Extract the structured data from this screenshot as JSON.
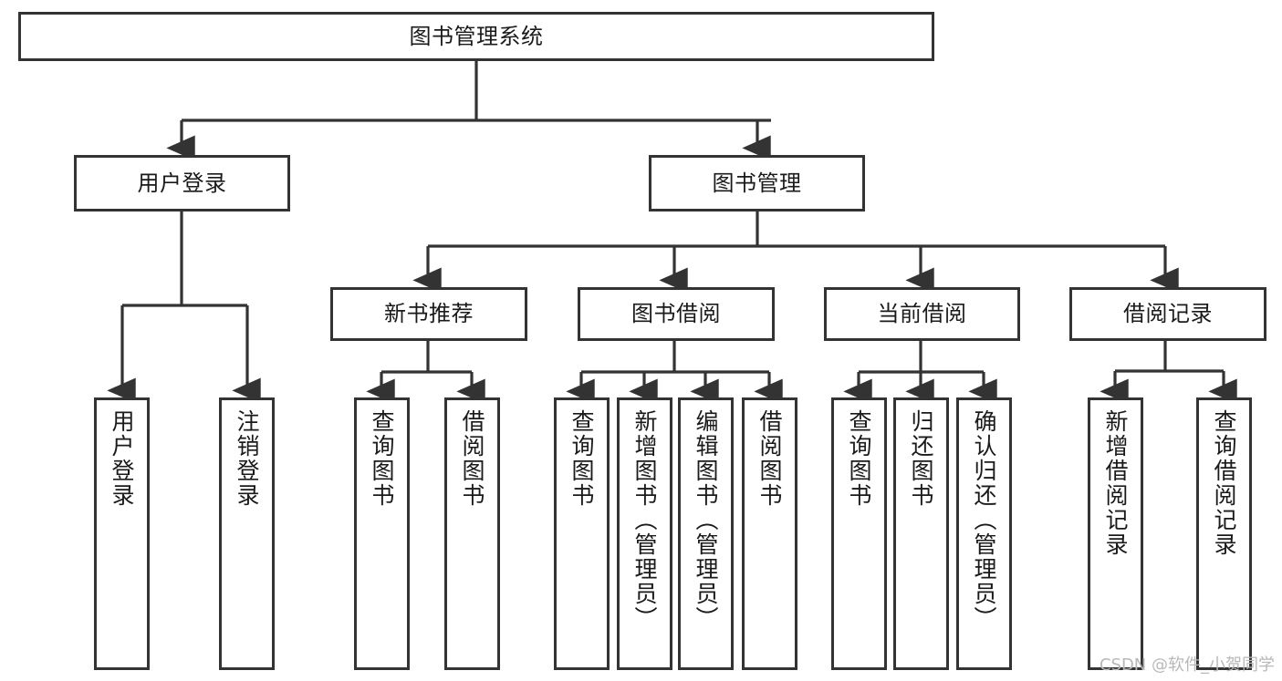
{
  "diagram": {
    "type": "tree-hierarchy-chart",
    "title": "图书管理系统",
    "orientation": "top-down",
    "colors": {
      "border": "#333333",
      "fill": "#ffffff",
      "edge": "#333333",
      "text": "#1a1a1a",
      "watermark": "#b8b8b8"
    },
    "nodes": {
      "root": {
        "label": "图书管理系统"
      },
      "level2": [
        {
          "id": "user-login",
          "label": "用户登录"
        },
        {
          "id": "book-manage",
          "label": "图书管理"
        }
      ],
      "level3": [
        {
          "id": "new-book-recommend",
          "label": "新书推荐"
        },
        {
          "id": "book-borrow",
          "label": "图书借阅"
        },
        {
          "id": "current-borrow",
          "label": "当前借阅"
        },
        {
          "id": "borrow-record",
          "label": "借阅记录"
        }
      ],
      "leaves": {
        "user-login": [
          {
            "id": "leaf-user-login",
            "label": "用户登录"
          },
          {
            "id": "leaf-user-logout",
            "label": "注销登录"
          }
        ],
        "new-book-recommend": [
          {
            "id": "leaf-query-book-1",
            "label": "查询图书"
          },
          {
            "id": "leaf-borrow-book-1",
            "label": "借阅图书"
          }
        ],
        "book-borrow": [
          {
            "id": "leaf-query-book-2",
            "label": "查询图书"
          },
          {
            "id": "leaf-add-book",
            "label": "新增图书（管理员）"
          },
          {
            "id": "leaf-edit-book",
            "label": "编辑图书（管理员）"
          },
          {
            "id": "leaf-borrow-book-2",
            "label": "借阅图书"
          }
        ],
        "current-borrow": [
          {
            "id": "leaf-query-book-3",
            "label": "查询图书"
          },
          {
            "id": "leaf-return-book",
            "label": "归还图书"
          },
          {
            "id": "leaf-confirm-return",
            "label": "确认归还（管理员）"
          }
        ],
        "borrow-record": [
          {
            "id": "leaf-add-record",
            "label": "新增借阅记录"
          },
          {
            "id": "leaf-query-record",
            "label": "查询借阅记录"
          }
        ]
      }
    },
    "watermark": "CSDN @软件_小贺同学"
  }
}
